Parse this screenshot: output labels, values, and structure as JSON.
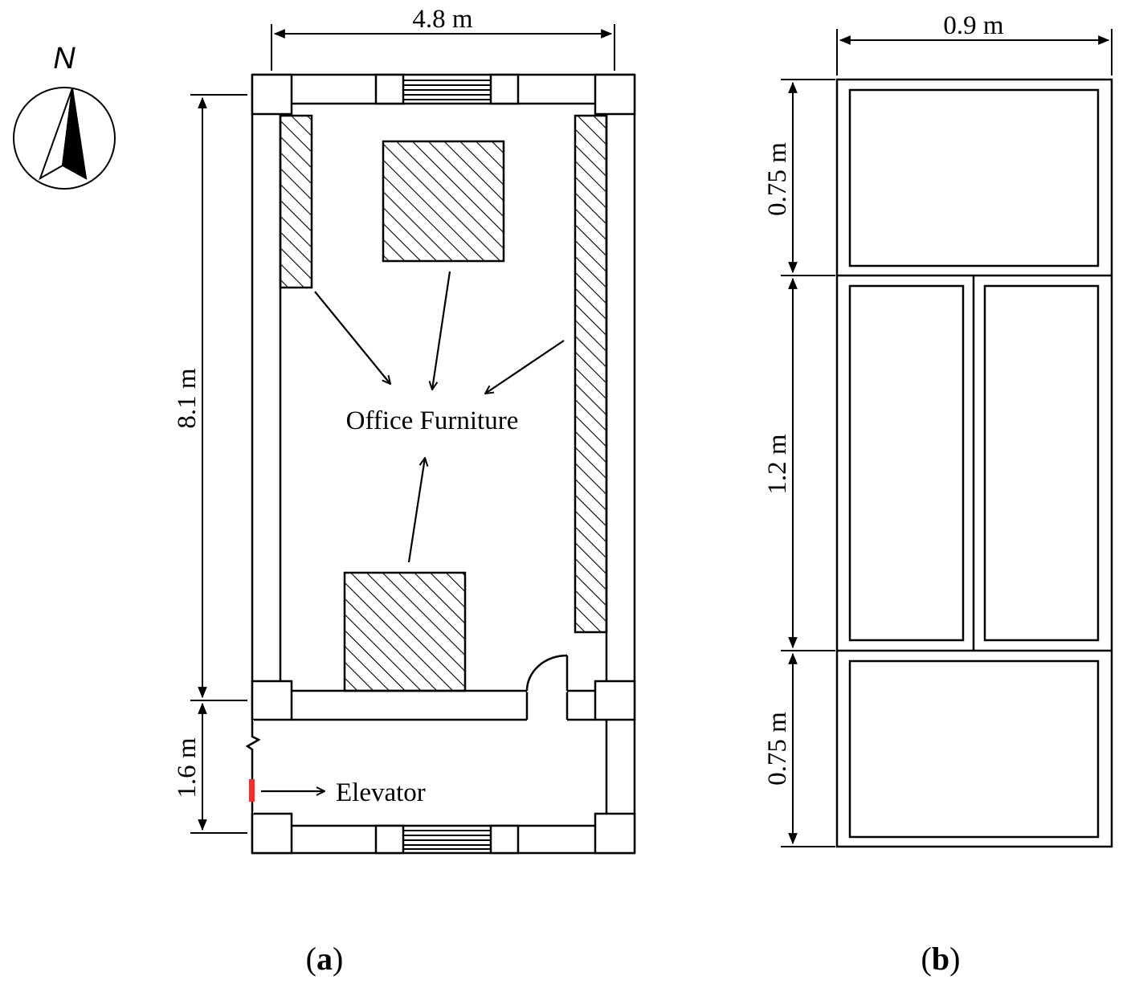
{
  "compass": {
    "north_label": "N"
  },
  "plan": {
    "width_label": "4.8 m",
    "height_label": "8.1 m",
    "corridor_label": "1.6 m",
    "furniture_label": "Office Furniture",
    "elevator_label": "Elevator",
    "elevator_marker_color": "#ff2a2a",
    "caption_open": "(",
    "caption_letter": "a",
    "caption_close": ")"
  },
  "cabinet": {
    "width_label": "0.9 m",
    "top_label": "0.75 m",
    "middle_label": "1.2 m",
    "bottom_label": "0.75 m",
    "caption_open": "(",
    "caption_letter": "b",
    "caption_close": ")"
  }
}
